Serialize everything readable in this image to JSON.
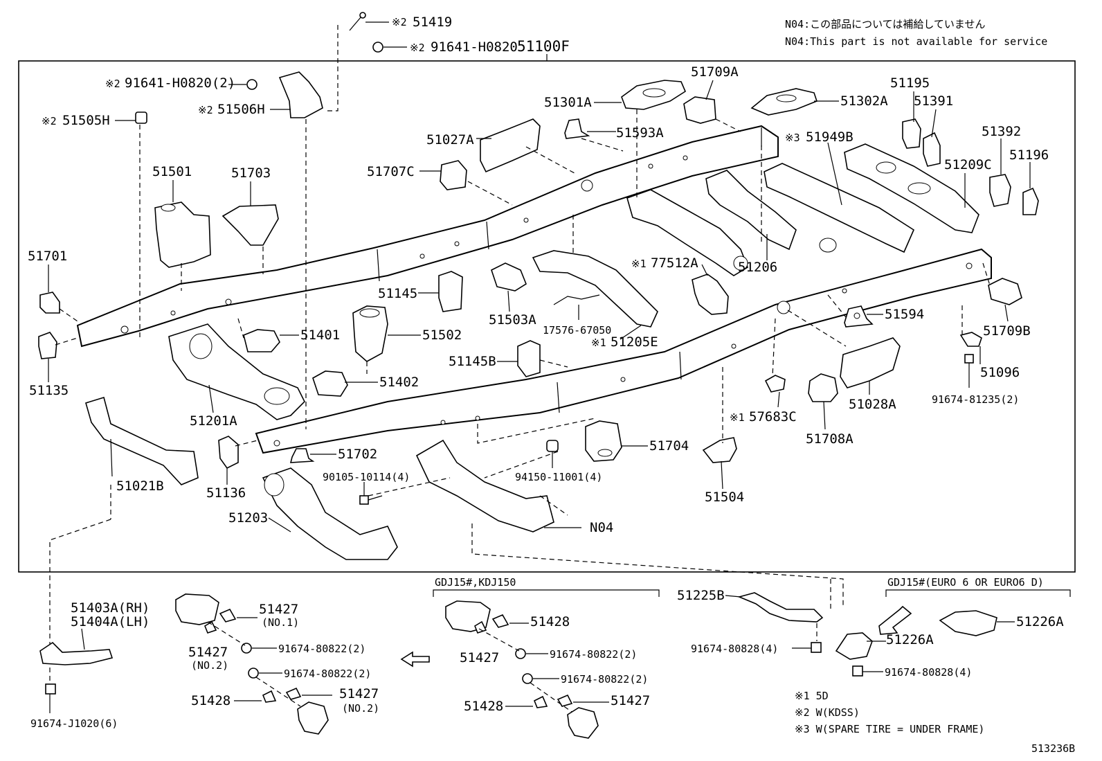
{
  "notes": {
    "n04_jp": "N04:この部品については補給していません",
    "n04_en": "N04:This part is not available for service"
  },
  "frame_assembly": "51100F",
  "labels": {
    "p51419": "51419",
    "p91641a": "91641-H0820",
    "p91641b": "91641-H0820(2)",
    "p51506H": "51506H",
    "p51505H": "51505H",
    "p51501": "51501",
    "p51703": "51703",
    "p51701": "51701",
    "p51135": "51135",
    "p51027A": "51027A",
    "p51707C": "51707C",
    "p51301A": "51301A",
    "p51593A": "51593A",
    "p51709A": "51709A",
    "p51302A": "51302A",
    "p51949B": "51949B",
    "p51195": "51195",
    "p51391": "51391",
    "p51392": "51392",
    "p51196": "51196",
    "p51209C": "51209C",
    "p51206": "51206",
    "p77512A": "77512A",
    "p51145": "51145",
    "p51503A": "51503A",
    "p17576": "17576-67050",
    "p51205E": "51205E",
    "p51401": "51401",
    "p51502": "51502",
    "p51145B": "51145B",
    "p51402": "51402",
    "p51201A": "51201A",
    "p51594": "51594",
    "p51709B": "51709B",
    "p51096": "51096",
    "p91674_81235": "91674-81235(2)",
    "p51028A": "51028A",
    "p57683C": "57683C",
    "p51708A": "51708A",
    "p51704": "51704",
    "p51021B": "51021B",
    "p51136": "51136",
    "p51702": "51702",
    "p90105": "90105-10114(4)",
    "p94150": "94150-11001(4)",
    "p51504": "51504",
    "p51203": "51203",
    "pN04": "N04",
    "p51403A": "51403A(RH)",
    "p51404A": "51404A(LH)",
    "p91674_J1020": "91674-J1020(6)",
    "p51427": "51427",
    "no1": "(NO.1)",
    "no2": "(NO.2)",
    "p91674_80822": "91674-80822(2)",
    "p51428": "51428",
    "p51225B": "51225B",
    "p91674_80828": "91674-80828(4)",
    "p51226A": "51226A",
    "p51226A_b": "51226A"
  },
  "marks": {
    "m1": "※1",
    "m2": "※2",
    "m3": "※3"
  },
  "groups": {
    "gdj15_kdj150": "GDJ15#,KDJ150",
    "gdj15_euro6": "GDJ15#(EURO 6 OR EURO6 D)"
  },
  "legend": {
    "l1": "※1 5D",
    "l2": "※2 W(KDSS)",
    "l3": "※3 W(SPARE TIRE = UNDER FRAME)"
  },
  "diagram_code": "513236B"
}
